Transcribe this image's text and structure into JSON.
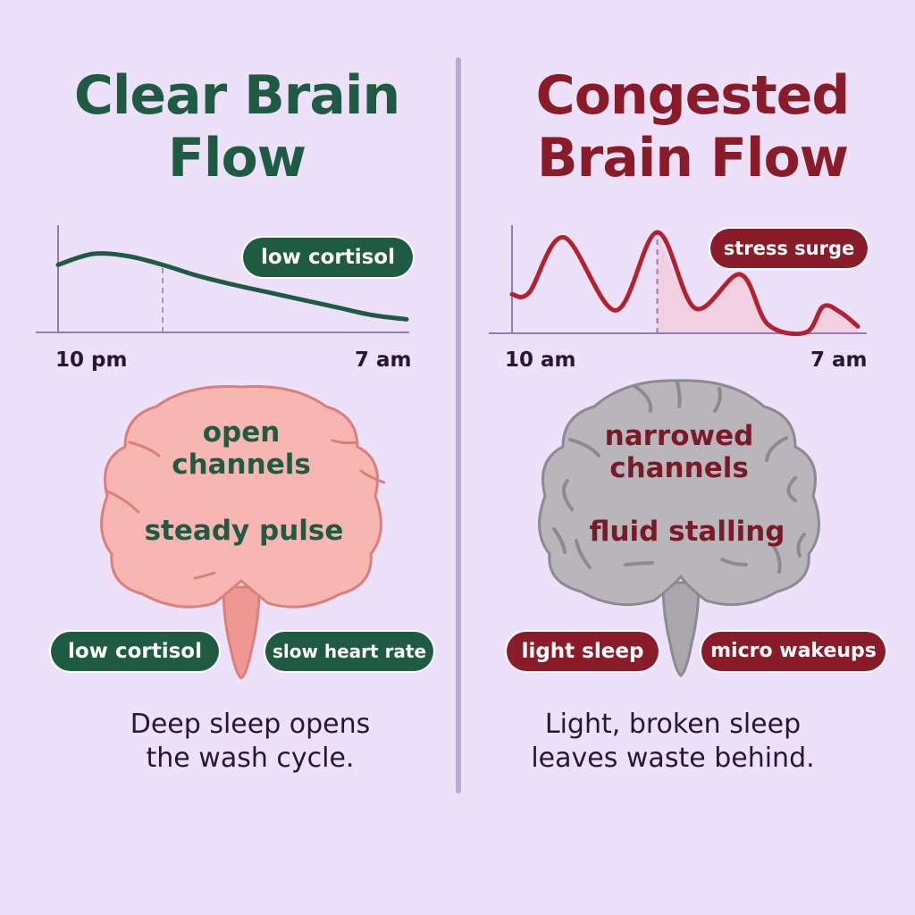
{
  "colors": {
    "background": "#ede1fa",
    "clear_accent": "#1f5a42",
    "congested_accent": "#8a1c2a",
    "clear_brain_fill": "#f8b6b3",
    "clear_brain_stroke": "#d9807c",
    "congested_brain_fill": "#b8b6bb",
    "congested_brain_stroke": "#8c8a90",
    "axis": "#8e7cbf",
    "caption_text": "#2b1630"
  },
  "left_panel": {
    "title_line1": "Clear Brain",
    "title_line2": "Flow",
    "chart_badge": "low cortisol",
    "x_start_label": "10 pm",
    "x_end_label": "7 am",
    "brain_text_line1": "open",
    "brain_text_line2": "channels",
    "brain_text_line3": "steady pulse",
    "tag_left": "low cortisol",
    "tag_right": "slow heart rate",
    "caption_line1": "Deep sleep opens",
    "caption_line2": "the wash cycle."
  },
  "right_panel": {
    "title_line1": "Congested",
    "title_line2": "Brain Flow",
    "chart_badge": "stress surge",
    "x_start_label": "10 am",
    "x_end_label": "7 am",
    "brain_text_line1": "narrowed",
    "brain_text_line2": "channels",
    "brain_text_line3": "fluid stalling",
    "tag_left": "light sleep",
    "tag_right": "micro wakeups",
    "caption_line1": "Light, broken sleep",
    "caption_line2": "leaves waste behind."
  },
  "chart_data": [
    {
      "type": "line",
      "title": "Clear Brain Flow",
      "xlabel": "",
      "ylabel": "",
      "x_tick_labels": [
        "10 pm",
        "7 am"
      ],
      "x": [
        0,
        0.1,
        0.2,
        0.3,
        0.4,
        0.5,
        0.6,
        0.7,
        0.8,
        0.9,
        1.0
      ],
      "values": [
        0.62,
        0.72,
        0.7,
        0.62,
        0.52,
        0.44,
        0.37,
        0.3,
        0.23,
        0.16,
        0.12
      ],
      "marker_x": 0.3,
      "ylim": [
        0,
        1
      ],
      "annotation": "low cortisol",
      "grid": false
    },
    {
      "type": "line",
      "title": "Congested Brain Flow",
      "xlabel": "",
      "ylabel": "",
      "x_tick_labels": [
        "10 am",
        "7 am"
      ],
      "x": [
        0,
        0.05,
        0.15,
        0.3,
        0.42,
        0.53,
        0.66,
        0.74,
        0.85,
        0.9,
        0.95,
        1.0
      ],
      "values": [
        0.38,
        0.4,
        0.95,
        0.22,
        1.0,
        0.24,
        0.58,
        0.08,
        0.0,
        0.26,
        0.2,
        0.06
      ],
      "marker_x": 0.42,
      "shaded_from_x": 0.42,
      "ylim": [
        0,
        1
      ],
      "annotation": "stress surge",
      "grid": false
    }
  ]
}
